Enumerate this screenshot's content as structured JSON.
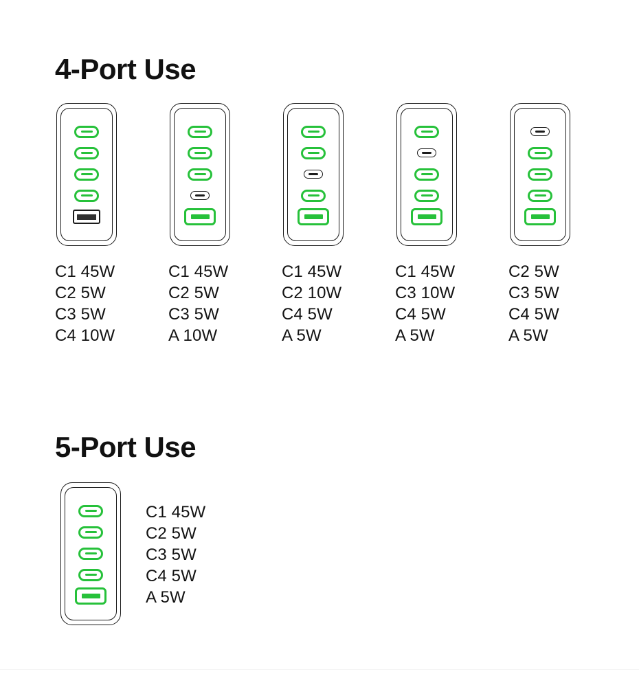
{
  "sections": [
    {
      "id": "four-port",
      "title": "4-Port Use",
      "chargers": [
        {
          "ports": [
            {
              "type": "usb-c",
              "state": "active"
            },
            {
              "type": "usb-c",
              "state": "active"
            },
            {
              "type": "usb-c",
              "state": "active"
            },
            {
              "type": "usb-c",
              "state": "active"
            },
            {
              "type": "usb-a",
              "state": "inactive"
            }
          ],
          "specs": [
            "C1 45W",
            "C2 5W",
            "C3 5W",
            "C4 10W"
          ]
        },
        {
          "ports": [
            {
              "type": "usb-c",
              "state": "active"
            },
            {
              "type": "usb-c",
              "state": "active"
            },
            {
              "type": "usb-c",
              "state": "active"
            },
            {
              "type": "usb-c",
              "state": "inactive"
            },
            {
              "type": "usb-a",
              "state": "active"
            }
          ],
          "specs": [
            "C1 45W",
            "C2 5W",
            "C3 5W",
            "A 10W"
          ]
        },
        {
          "ports": [
            {
              "type": "usb-c",
              "state": "active"
            },
            {
              "type": "usb-c",
              "state": "active"
            },
            {
              "type": "usb-c",
              "state": "inactive"
            },
            {
              "type": "usb-c",
              "state": "active"
            },
            {
              "type": "usb-a",
              "state": "active"
            }
          ],
          "specs": [
            "C1 45W",
            "C2 10W",
            "C4 5W",
            "A 5W"
          ]
        },
        {
          "ports": [
            {
              "type": "usb-c",
              "state": "active"
            },
            {
              "type": "usb-c",
              "state": "inactive"
            },
            {
              "type": "usb-c",
              "state": "active"
            },
            {
              "type": "usb-c",
              "state": "active"
            },
            {
              "type": "usb-a",
              "state": "active"
            }
          ],
          "specs": [
            "C1 45W",
            "C3 10W",
            "C4 5W",
            "A 5W"
          ]
        },
        {
          "ports": [
            {
              "type": "usb-c",
              "state": "inactive"
            },
            {
              "type": "usb-c",
              "state": "active"
            },
            {
              "type": "usb-c",
              "state": "active"
            },
            {
              "type": "usb-c",
              "state": "active"
            },
            {
              "type": "usb-a",
              "state": "active"
            }
          ],
          "specs": [
            "C2 5W",
            "C3 5W",
            "C4 5W",
            "A 5W"
          ]
        }
      ]
    },
    {
      "id": "five-port",
      "title": "5-Port Use",
      "chargers": [
        {
          "ports": [
            {
              "type": "usb-c",
              "state": "active"
            },
            {
              "type": "usb-c",
              "state": "active"
            },
            {
              "type": "usb-c",
              "state": "active"
            },
            {
              "type": "usb-c",
              "state": "active"
            },
            {
              "type": "usb-a",
              "state": "active"
            }
          ],
          "specs": [
            "C1 45W",
            "C2 5W",
            "C3 5W",
            "C4 5W",
            "A 5W"
          ]
        }
      ]
    }
  ],
  "colors": {
    "active_port": "#26c13a",
    "inactive_port": "#1c1c1c",
    "outline": "#1a1a1a",
    "text": "#131313",
    "background": "#ffffff"
  }
}
